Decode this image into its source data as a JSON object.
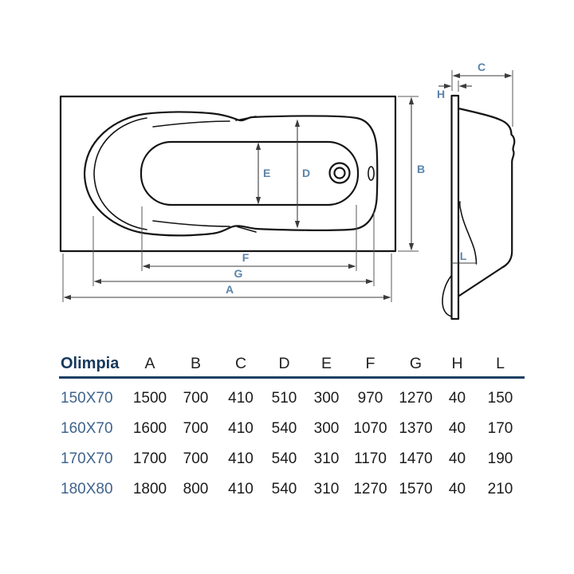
{
  "dims": {
    "A": "A",
    "B": "B",
    "C": "C",
    "D": "D",
    "E": "E",
    "F": "F",
    "G": "G",
    "H": "H",
    "L": "L"
  },
  "colors": {
    "label_accent": "#5b84aa",
    "line": "#141414",
    "dim_line": "#3c3c3c",
    "brand_navy": "#16395c",
    "row_label_blue": "#40648c",
    "rule": "#1c4065",
    "value_text": "#1c1c1c",
    "background": "#ffffff"
  },
  "table": {
    "product_name": "Olimpia",
    "columns": [
      "A",
      "B",
      "C",
      "D",
      "E",
      "F",
      "G",
      "H",
      "L"
    ],
    "rows": [
      {
        "label": "150X70",
        "values": [
          "1500",
          "700",
          "410",
          "510",
          "300",
          "970",
          "1270",
          "40",
          "150"
        ]
      },
      {
        "label": "160X70",
        "values": [
          "1600",
          "700",
          "410",
          "540",
          "300",
          "1070",
          "1370",
          "40",
          "170"
        ]
      },
      {
        "label": "170X70",
        "values": [
          "1700",
          "700",
          "410",
          "540",
          "310",
          "1170",
          "1470",
          "40",
          "190"
        ]
      },
      {
        "label": "180X80",
        "values": [
          "1800",
          "800",
          "410",
          "540",
          "310",
          "1270",
          "1570",
          "40",
          "210"
        ]
      }
    ]
  }
}
